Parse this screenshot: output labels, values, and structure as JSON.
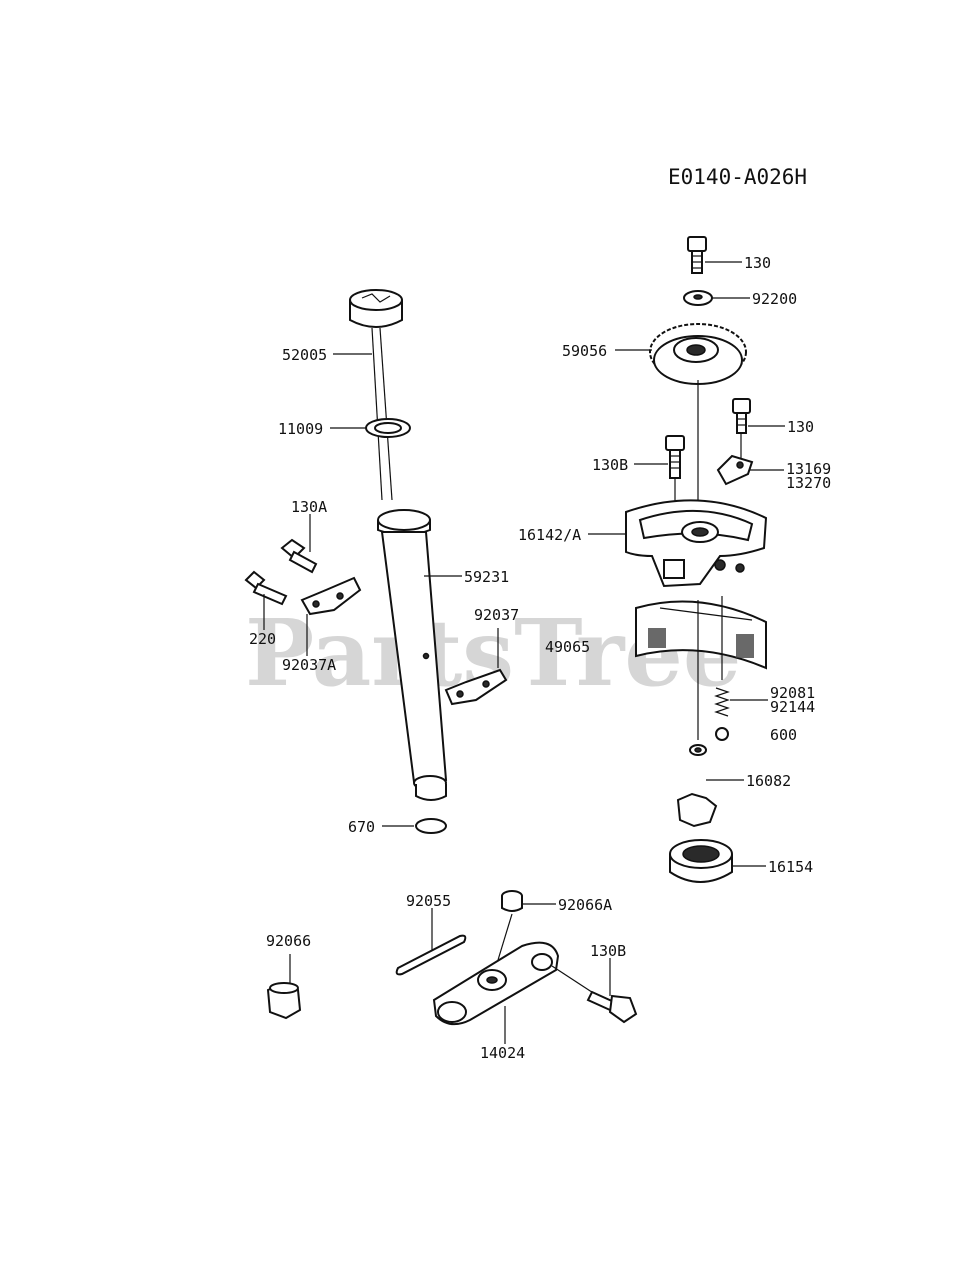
{
  "diagram_code": "E0140-A026H",
  "watermark": "PartsTree",
  "labels": {
    "l130_top": "130",
    "l92200": "92200",
    "l59056": "59056",
    "l130_right": "130",
    "l130B_top": "130B",
    "l13169": "13169",
    "l13270": "13270",
    "l16142": "16142/A",
    "l49065": "49065",
    "l92081": "92081",
    "l92144": "92144",
    "l600": "600",
    "l16082": "16082",
    "l16154": "16154",
    "l52005": "52005",
    "l11009": "11009",
    "l59231": "59231",
    "l130A": "130A",
    "l220": "220",
    "l92037A": "92037A",
    "l92037": "92037",
    "l670": "670",
    "l92055": "92055",
    "l92066A": "92066A",
    "l92066": "92066",
    "l130B_bottom": "130B",
    "l14024": "14024"
  }
}
